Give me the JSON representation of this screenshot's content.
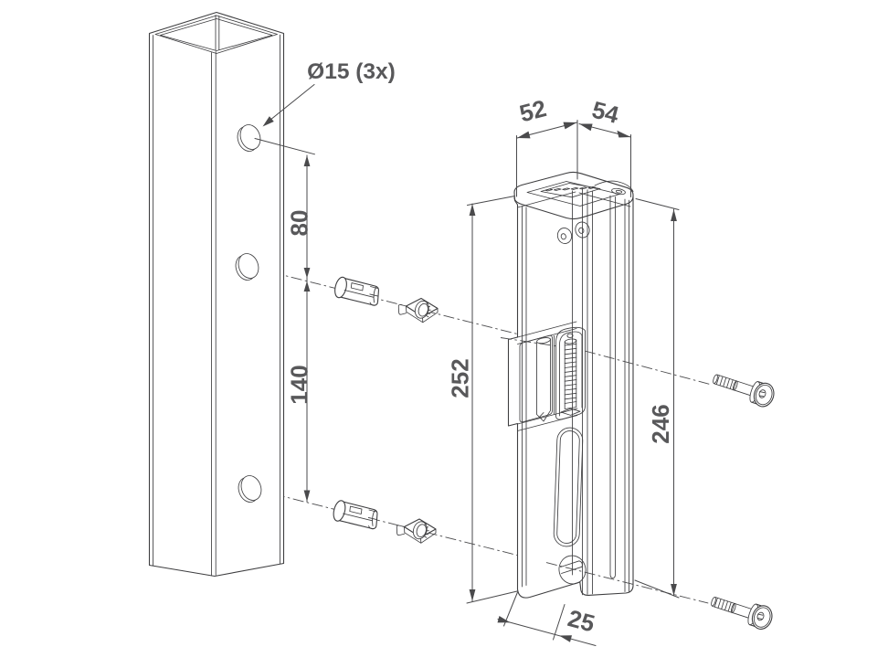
{
  "diagram": {
    "type": "technical-installation-drawing",
    "description": "Exploded isometric drawing: surface-mounted lock keeper fixed to a square post with expansion anchors and socket screws",
    "colors": {
      "background": "#ffffff",
      "line": "#3e3e40",
      "dim": "#4a4a4c",
      "dim_text": "#58585a"
    },
    "annotations": {
      "hole_note": "Ø15 (3x)",
      "dim_hole_spacing_top": "80",
      "dim_hole_spacing_bottom": "140",
      "dim_body_width": "52",
      "dim_body_depth": "54",
      "dim_keeper_height": "252",
      "dim_profile_height": "246",
      "dim_front_plate_depth": "25"
    }
  }
}
